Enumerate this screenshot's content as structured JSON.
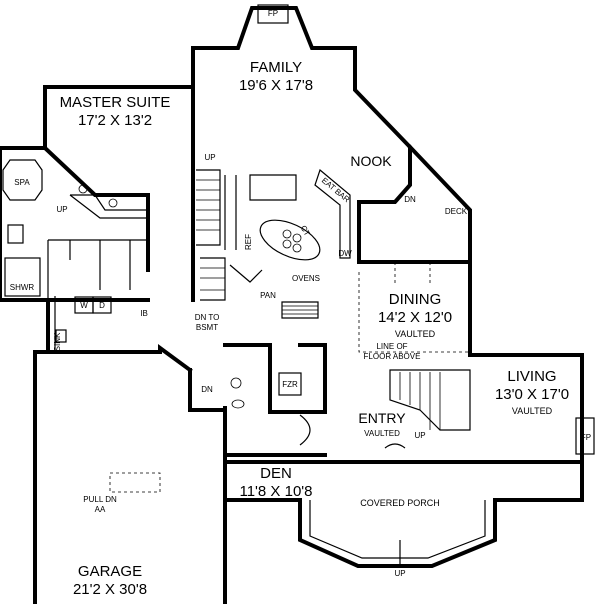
{
  "rooms": {
    "family": {
      "name": "FAMILY",
      "dims": "19'6 X 17'8"
    },
    "master": {
      "name": "MASTER SUITE",
      "dims": "17'2 X 13'2"
    },
    "dining": {
      "name": "DINING",
      "dims": "14'2 X 12'0",
      "note": "VAULTED"
    },
    "living": {
      "name": "LIVING",
      "dims": "13'0 X 17'0",
      "note": "VAULTED"
    },
    "den": {
      "name": "DEN",
      "dims": "11'8 X 10'8"
    },
    "garage": {
      "name": "GARAGE",
      "dims": "21'2 X 30'8"
    },
    "entry": {
      "name": "ENTRY",
      "note": "VAULTED"
    },
    "nook": {
      "name": "NOOK"
    },
    "porch": {
      "name": "COVERED PORCH"
    },
    "deck": {
      "name": "DECK"
    }
  },
  "labels": {
    "fp_top": "FP",
    "fp_living": "FP",
    "spa": "SPA",
    "shwr": "SHWR",
    "sink": "SINK",
    "washer": "W",
    "dryer": "D",
    "ib": "IB",
    "up_family": "UP",
    "up_master": "UP",
    "up_entry": "UP",
    "up_porch": "UP",
    "dn_nook": "DN",
    "dn_bsmt": "DN TO",
    "bsmt": "BSMT",
    "dn_hall": "DN",
    "eat_bar": "EAT BAR",
    "ref": "REF",
    "ct": "CT",
    "dw": "DW",
    "ovens": "OVENS",
    "pan": "PAN",
    "fzr": "FZR",
    "line_of": "LINE OF",
    "floor_above": "FLOOR ABOVE",
    "pull_dn": "PULL DN",
    "aa": "AA"
  }
}
